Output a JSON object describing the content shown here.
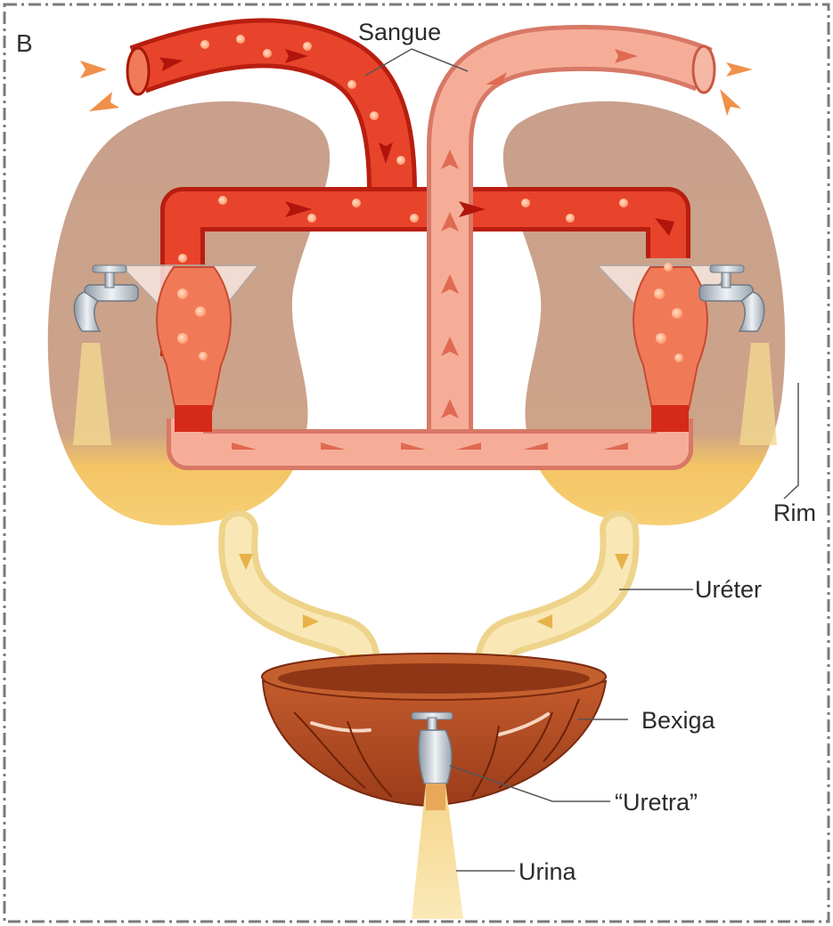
{
  "panel_letter": "B",
  "labels": {
    "blood": "Sangue",
    "kidney": "Rim",
    "ureter": "Uréter",
    "bladder": "Bexiga",
    "urethra": "“Uretra”",
    "urine": "Urina"
  },
  "colors": {
    "border": "#777777",
    "kidney": "#c9a08a",
    "urine": "#f2c060",
    "artery": "#e0301e",
    "artery_light": "#ff8060",
    "vein": "#f2a08c",
    "vein_light": "#f8c8b8",
    "bladder": "#b34a22",
    "tap": "#c8d0d8"
  }
}
